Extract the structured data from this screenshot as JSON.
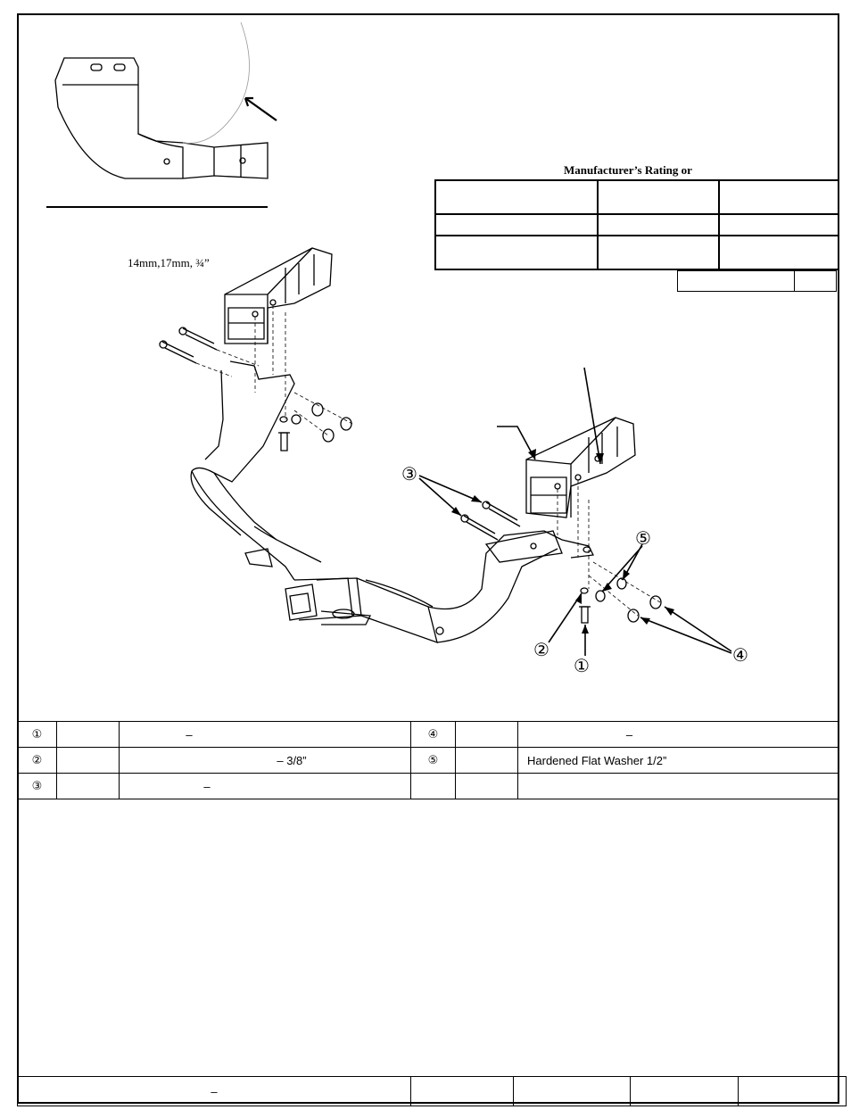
{
  "rating": {
    "title": "Manufacturer’s Rating or"
  },
  "tools": {
    "text": "14mm,17mm, ¾”"
  },
  "callouts": {
    "c1": "①",
    "c2": "②",
    "c3": "③",
    "c4": "④",
    "c5": "⑤"
  },
  "parts": [
    {
      "num": "①",
      "qty": "",
      "desc": "–",
      "num2": "④",
      "qty2": "",
      "desc2": "–"
    },
    {
      "num": "②",
      "qty": "",
      "desc": "– 3/8”",
      "num2": "⑤",
      "qty2": "",
      "desc2": "Hardened Flat Washer 1/2”"
    },
    {
      "num": "③",
      "qty": "",
      "desc": "–",
      "num2": "",
      "qty2": "",
      "desc2": ""
    }
  ],
  "footer": {
    "dash": "–"
  }
}
